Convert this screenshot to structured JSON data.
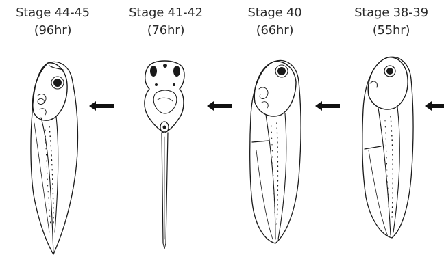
{
  "stages": [
    {
      "name": "Stage 44-45",
      "time": "(96hr)"
    },
    {
      "name": "Stage 41-42",
      "time": "(76hr)"
    },
    {
      "name": "Stage 40",
      "time": "(66hr)"
    },
    {
      "name": "Stage 38-39",
      "time": "(55hr)"
    }
  ],
  "arrow_direction": "left",
  "figure_icon": "tadpole-drawing",
  "colors": {
    "line": "#1a1a1a",
    "background": "#ffffff"
  }
}
